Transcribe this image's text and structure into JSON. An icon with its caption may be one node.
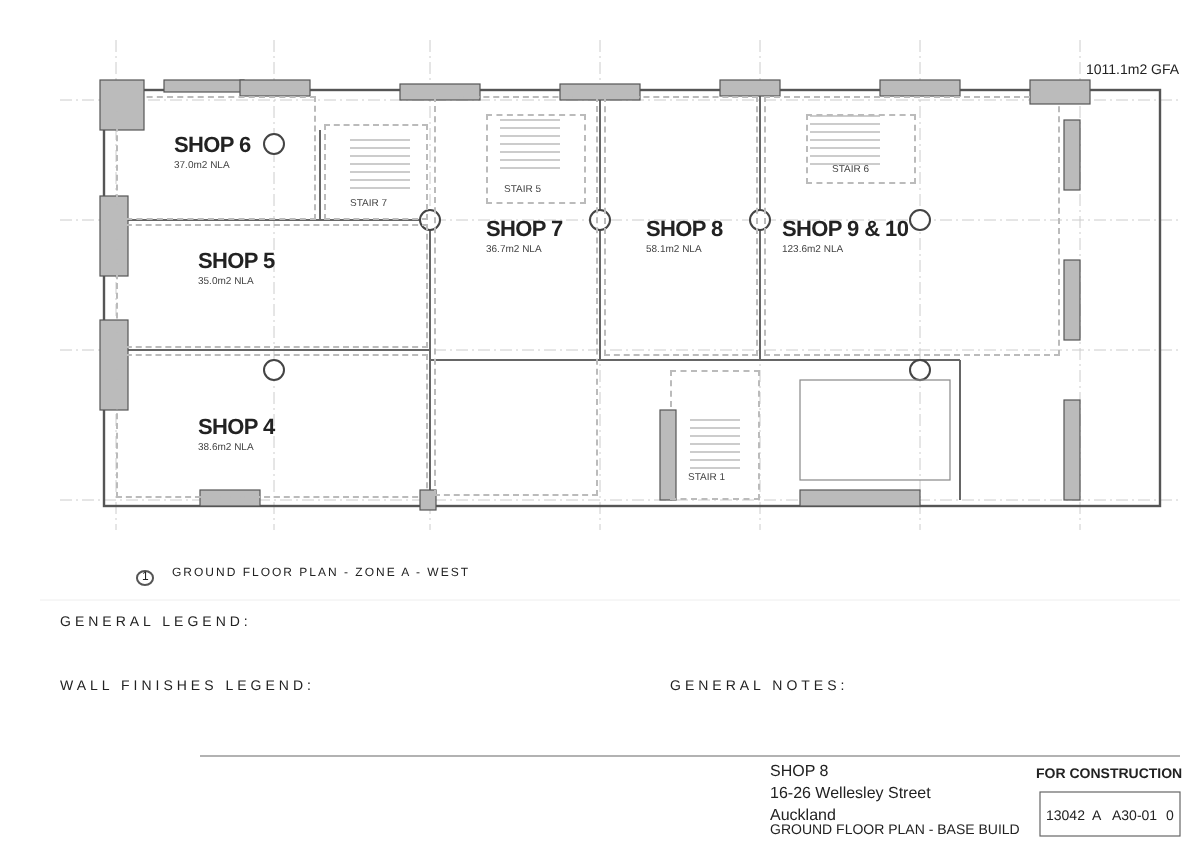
{
  "diagram": {
    "nodes": [
      {
        "text": [
          "SHOP 6",
          "37.0m2 NLA"
        ]
      },
      {
        "text": [
          "STAIR 7"
        ]
      },
      {
        "text": [
          "SHOP 5",
          "35.0m2 NLA"
        ]
      },
      {
        "text": [
          "SHOP 4",
          "38.6m2 NLA"
        ]
      },
      {
        "text": [
          "SHOP 7",
          "36.7m2 NLA"
        ]
      },
      {
        "text": [
          "STAIR 5"
        ],
        "in": 4
      },
      {
        "text": [
          "SHOP 8",
          "58.1m2 NLA"
        ]
      },
      {
        "text": [
          "SHOP 9 & 10",
          "123.6m2 NLA"
        ]
      },
      {
        "text": [
          "STAIR 6"
        ],
        "in": 7
      },
      {
        "text": [
          "STAIR 1"
        ]
      }
    ],
    "labels": [
      "1011.1m2 GFA",
      "1",
      "GROUND FLOOR PLAN - ZONE A - WEST",
      "GENERAL LEGEND:",
      "WALL FINISHES LEGEND:",
      "GENERAL NOTES:",
      "SHOP 8",
      "16-26 Wellesley Street",
      "Auckland",
      "GROUND FLOOR PLAN - BASE BUILD",
      "FOR CONSTRUCTION",
      "13042",
      "A",
      "A30-01",
      "0"
    ]
  }
}
